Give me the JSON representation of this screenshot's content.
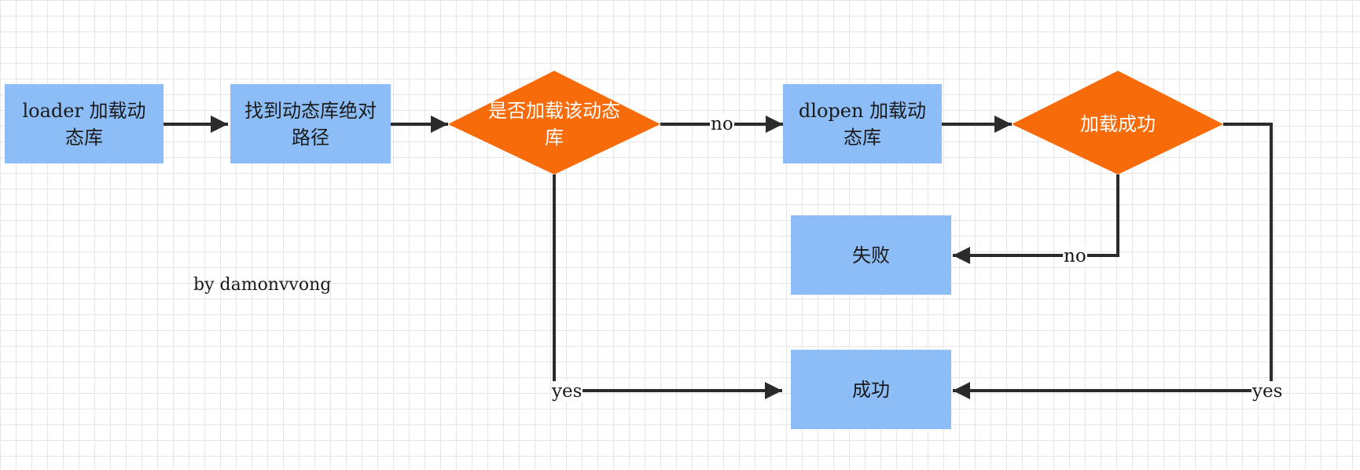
{
  "nodes": {
    "loader_load": "loader 加载动态库",
    "find_path": "找到动态库绝对路径",
    "is_loaded": "是否加载该动态库",
    "dlopen_load": "dlopen 加载动态库",
    "load_success": "加载成功",
    "fail": "失败",
    "success": "成功"
  },
  "edges": {
    "is_loaded_no": "no",
    "load_success_no": "no",
    "is_loaded_yes": "yes",
    "load_success_yes": "yes"
  },
  "credit": "by damonvvong",
  "colors": {
    "process_fill": "#8dbdf7",
    "decision_fill": "#f76b0a",
    "line": "#2b2b2b"
  }
}
